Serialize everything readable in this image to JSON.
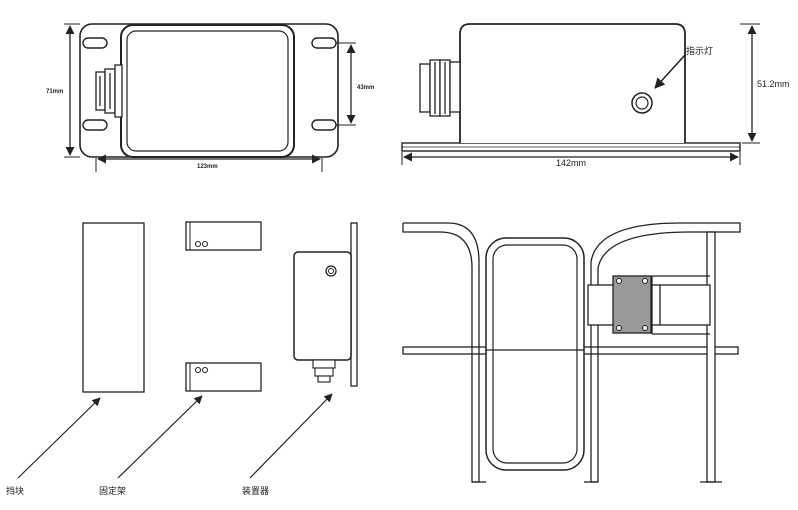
{
  "dimensions": {
    "height_71": "71mm",
    "width_123": "123mm",
    "hole_43": "43mm",
    "width_142": "142mm",
    "height_51": "51.2mm"
  },
  "labels": {
    "indicator": "指示灯",
    "stopper": "挡块",
    "bracket": "固定架",
    "device": "装置器"
  }
}
